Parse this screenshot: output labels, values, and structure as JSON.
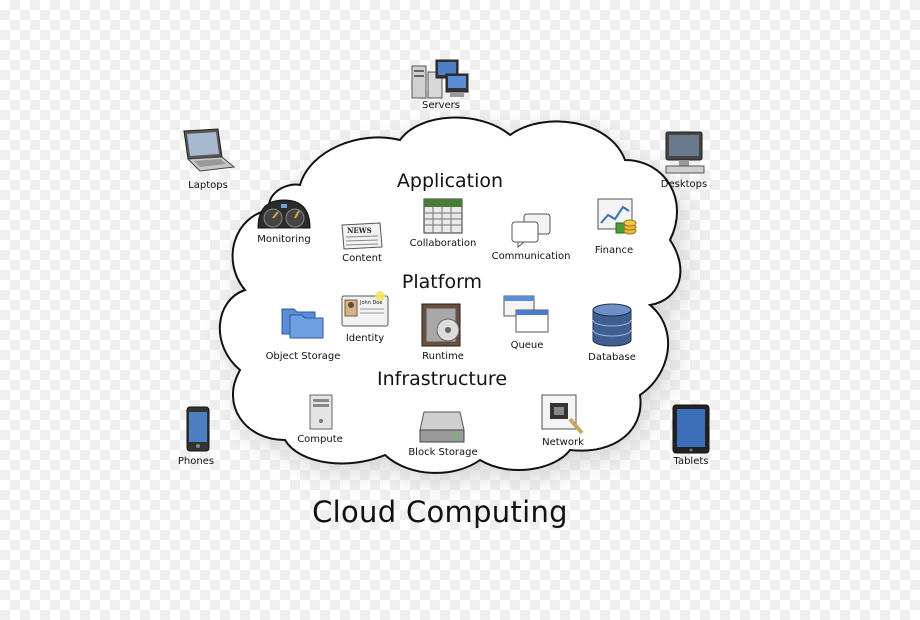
{
  "title": "Cloud Computing",
  "sections": {
    "application": "Application",
    "platform": "Platform",
    "infrastructure": "Infrastructure"
  },
  "devices": {
    "servers": "Servers",
    "laptops": "Laptops",
    "desktops": "Desktops",
    "phones": "Phones",
    "tablets": "Tablets"
  },
  "services": {
    "monitoring": "Monitoring",
    "content": "Content",
    "collaboration": "Collaboration",
    "communication": "Communication",
    "finance": "Finance",
    "object_storage": "Object Storage",
    "identity": "Identity",
    "runtime": "Runtime",
    "queue": "Queue",
    "database": "Database",
    "compute": "Compute",
    "block_storage": "Block Storage",
    "network": "Network"
  },
  "icon_text": {
    "news": "NEWS",
    "id_name": "John Doe"
  }
}
